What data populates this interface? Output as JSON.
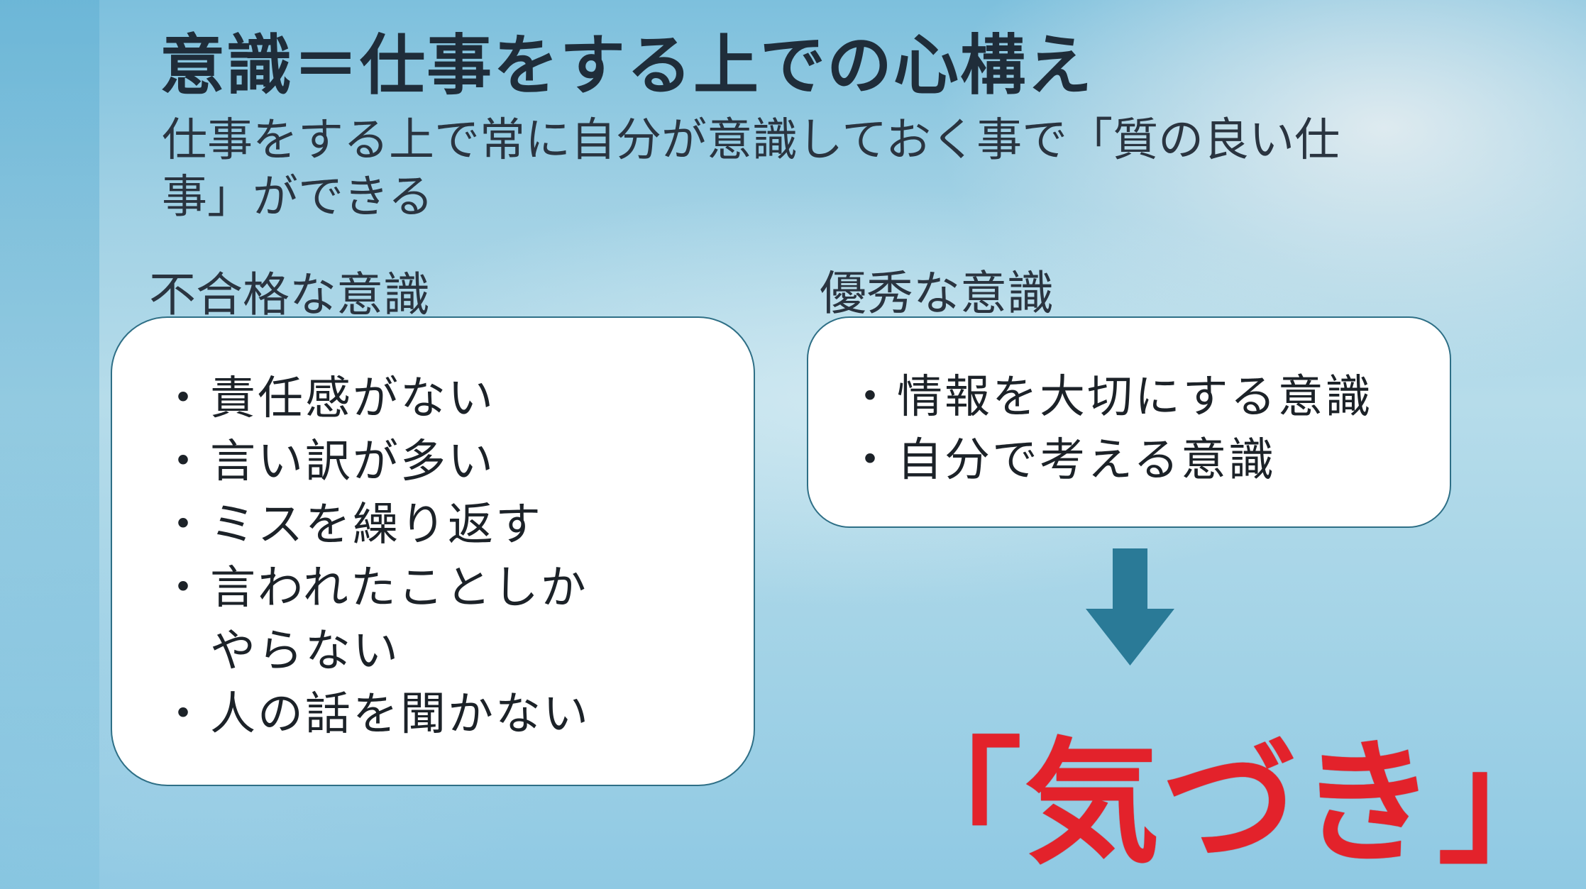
{
  "title": "意識＝仕事をする上での心構え",
  "subtitle": "仕事をする上で常に自分が意識しておく事で「質の良い仕事」ができる",
  "left_section": {
    "label": "不合格な意識",
    "items": [
      "責任感がない",
      "言い訳が多い",
      "ミスを繰り返す",
      "言われたことしか\nやらない",
      "人の話を聞かない"
    ]
  },
  "right_section": {
    "label": "優秀な意識",
    "items": [
      "情報を大切にする意識",
      "自分で考える意識"
    ]
  },
  "bullet": "・",
  "arrow_icon": "down-arrow-icon",
  "conclusion": "「気づき」",
  "colors": {
    "accent_red": "#e3222b",
    "arrow_blue": "#2a7a97",
    "title_dark": "#1f2d3a"
  }
}
